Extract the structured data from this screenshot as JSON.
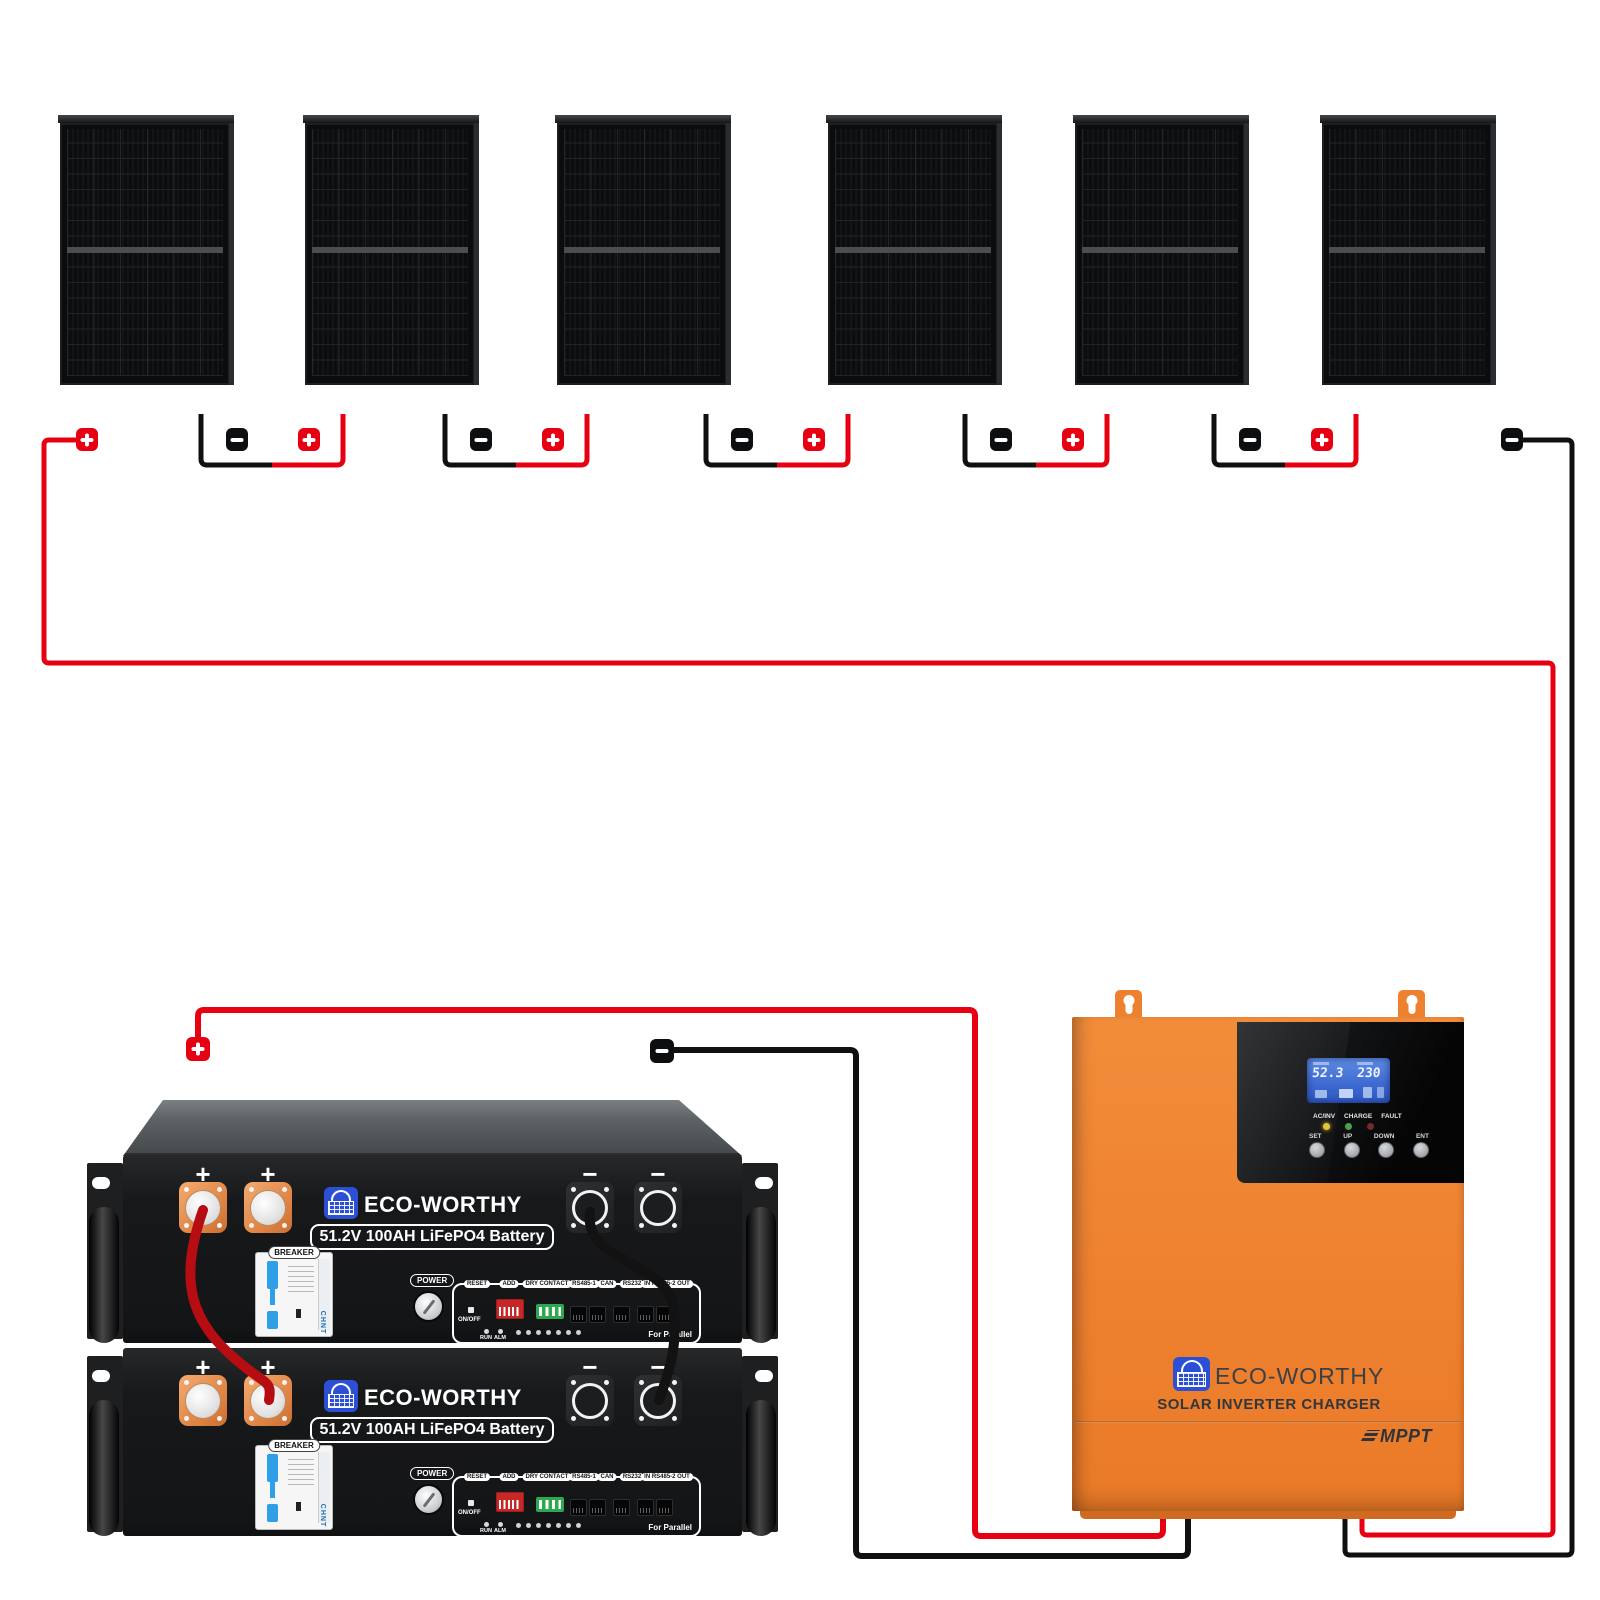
{
  "solar_array": {
    "panel_count": 6,
    "connector_plus": "+",
    "connector_minus": "−"
  },
  "battery": {
    "brand": "ECO-WORTHY",
    "model": "51.2V 100AH LiFePO4 Battery",
    "plus": "+",
    "minus": "−",
    "breaker_label": "BREAKER",
    "breaker_brand": "CHNT",
    "power_label": "POWER",
    "onoff_label": "ON/OFF",
    "run_label": "RUN",
    "alm_label": "ALM",
    "parallel_label": "For Parallel",
    "port_labels": [
      "RESET",
      "ADD",
      "DRY CONTACT",
      "RS485-1",
      "CAN",
      "RS232",
      "IN RS485-2 OUT"
    ]
  },
  "inverter": {
    "brand": "ECO-WORTHY",
    "product": "SOLAR INVERTER CHARGER",
    "technology": "MPPT",
    "lcd": {
      "left_value": "52.3",
      "right_value": "230"
    },
    "led_labels": [
      "AC/INV",
      "CHARGE",
      "FAULT"
    ],
    "button_labels": [
      "SET",
      "UP",
      "DOWN",
      "ENT"
    ]
  },
  "colors": {
    "wire_positive": "#e60012",
    "wire_negative": "#101011",
    "inverter_orange": "#ee8130",
    "terminal_orange": "#e78c4f",
    "lcd_blue": "#3f6fd0",
    "logo_blue": "#2b50d6",
    "battery_body": "#17181a"
  }
}
